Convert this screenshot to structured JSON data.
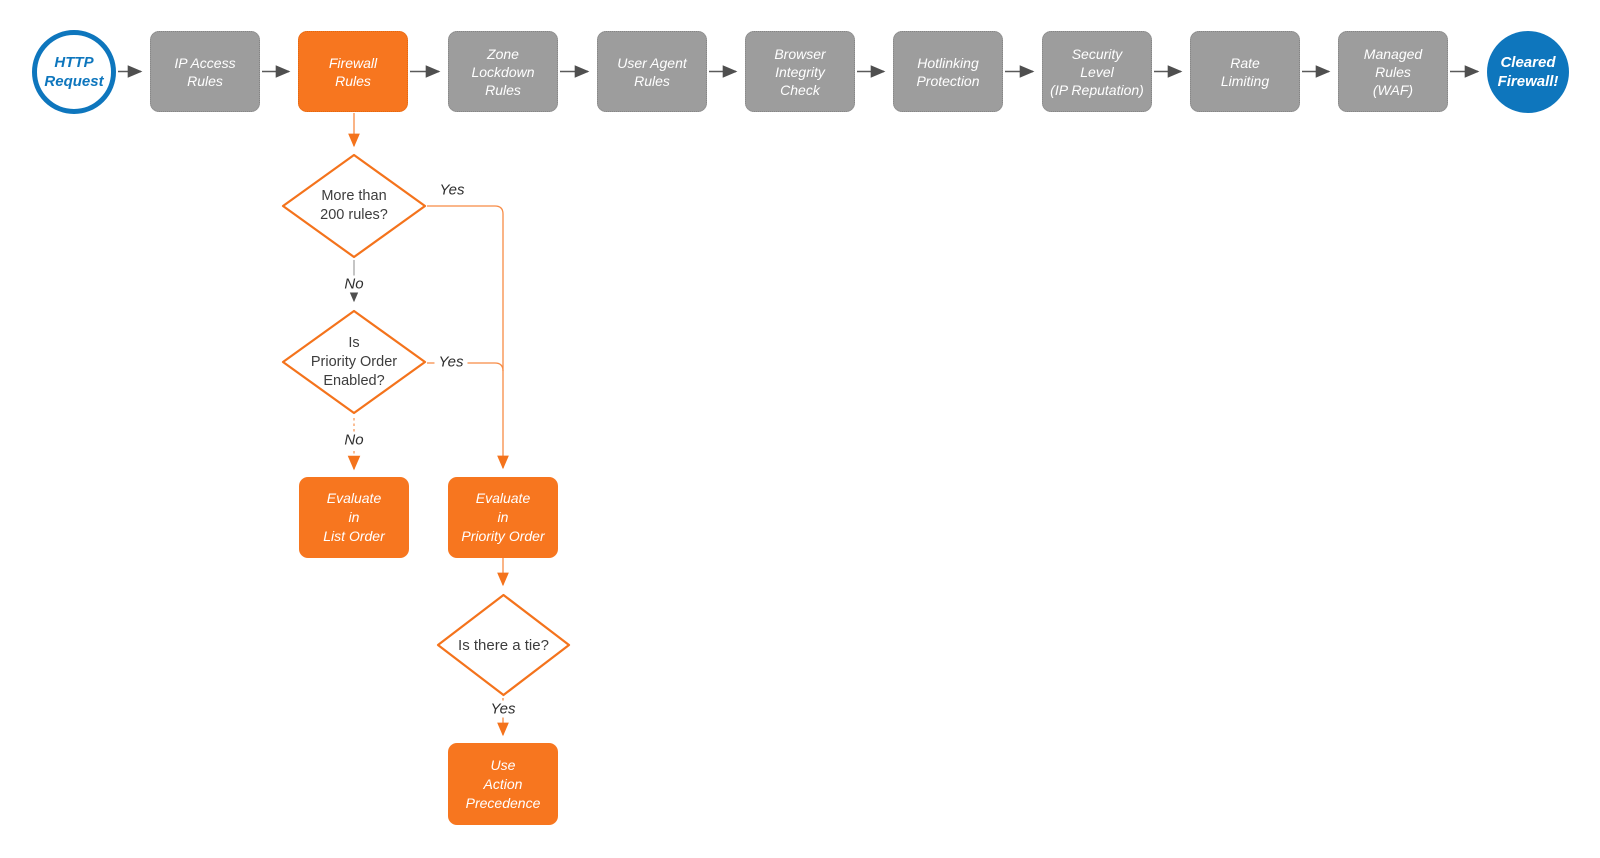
{
  "diagram": {
    "start": {
      "label": "HTTP\nRequest"
    },
    "pipeline": [
      {
        "label": "IP Access\nRules",
        "variant": "gray"
      },
      {
        "label": "Firewall\nRules",
        "variant": "orange"
      },
      {
        "label": "Zone\nLockdown\nRules",
        "variant": "gray"
      },
      {
        "label": "User Agent\nRules",
        "variant": "gray"
      },
      {
        "label": "Browser\nIntegrity\nCheck",
        "variant": "gray"
      },
      {
        "label": "Hotlinking\nProtection",
        "variant": "gray"
      },
      {
        "label": "Security\nLevel\n(IP Reputation)",
        "variant": "gray"
      },
      {
        "label": "Rate\nLimiting",
        "variant": "gray"
      },
      {
        "label": "Managed\nRules\n(WAF)",
        "variant": "gray"
      }
    ],
    "end": {
      "label": "Cleared\nFirewall!"
    },
    "decisions": {
      "rules_count": {
        "label": "More than\n200 rules?",
        "yes_label": "Yes",
        "no_label": "No"
      },
      "priority_enabled": {
        "label": "Is\nPriority Order\nEnabled?",
        "yes_label": "Yes",
        "no_label": "No"
      },
      "tie": {
        "label": "Is there a tie?",
        "yes_label": "Yes"
      }
    },
    "actions": {
      "evaluate_list": {
        "label": "Evaluate\nin\nList Order"
      },
      "evaluate_priority": {
        "label": "Evaluate\nin\nPriority Order"
      },
      "action_precedence": {
        "label": "Use\nAction\nPrecedence"
      }
    },
    "colors": {
      "orange_fill": "#F7761F",
      "gray_fill": "#9D9D9D",
      "blue": "#0E76BD",
      "connector_dark": "#4F4F4F",
      "connector_gray": "#9E9E9E",
      "connector_orange": "#F4731C",
      "connector_orange_light": "#F78B45",
      "diamond_stroke": "#F4731C",
      "text_white": "#FFFFFF",
      "text_dark": "#3D3D3D"
    }
  }
}
